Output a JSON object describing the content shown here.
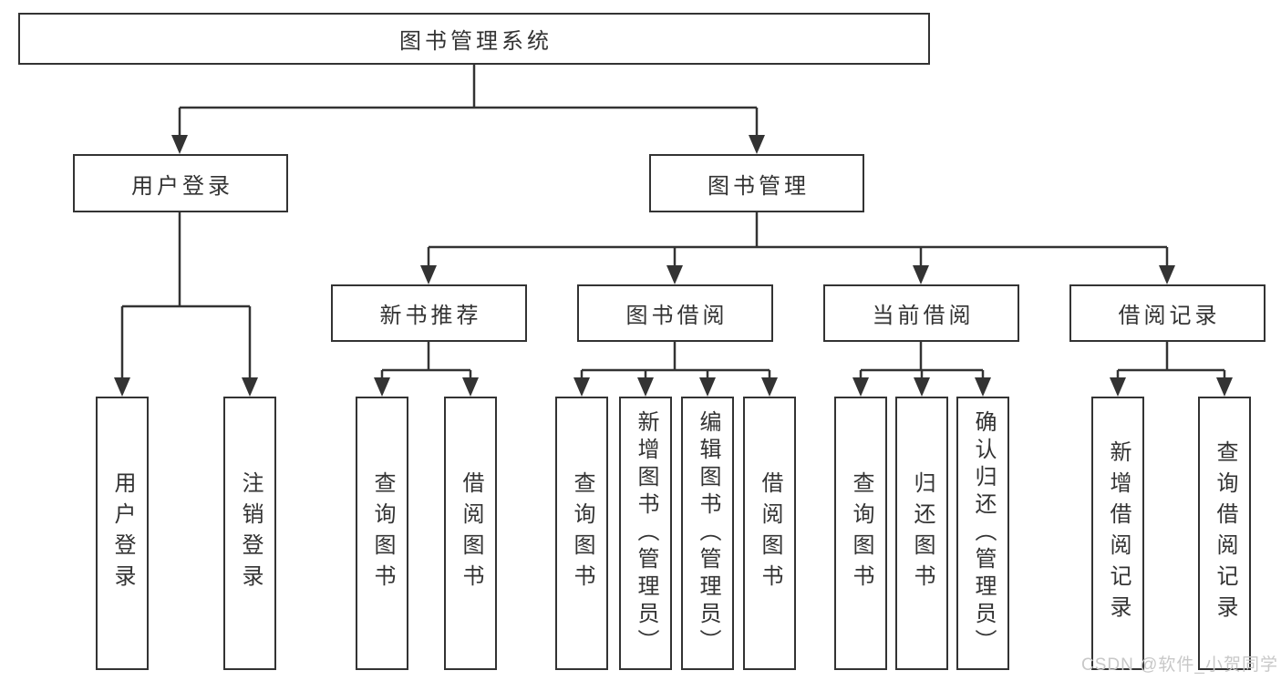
{
  "watermark": "CSDN @软件_小贺同学",
  "colors": {
    "line": "#333333",
    "text": "#333333",
    "background": "#ffffff",
    "watermark": "#c8c8c8"
  },
  "tree": {
    "root": {
      "label": "图书管理系统",
      "children": [
        {
          "label": "用户登录",
          "children": [
            {
              "label": "用户登录"
            },
            {
              "label": "注销登录"
            }
          ]
        },
        {
          "label": "图书管理",
          "children": [
            {
              "label": "新书推荐",
              "children": [
                {
                  "label": "查询图书"
                },
                {
                  "label": "借阅图书"
                }
              ]
            },
            {
              "label": "图书借阅",
              "children": [
                {
                  "label": "查询图书"
                },
                {
                  "label": "新增图书（管理员）"
                },
                {
                  "label": "编辑图书（管理员）"
                },
                {
                  "label": "借阅图书"
                }
              ]
            },
            {
              "label": "当前借阅",
              "children": [
                {
                  "label": "查询图书"
                },
                {
                  "label": "归还图书"
                },
                {
                  "label": "确认归还（管理员）"
                }
              ]
            },
            {
              "label": "借阅记录",
              "children": [
                {
                  "label": "新增借阅记录"
                },
                {
                  "label": "查询借阅记录"
                }
              ]
            }
          ]
        }
      ]
    }
  }
}
